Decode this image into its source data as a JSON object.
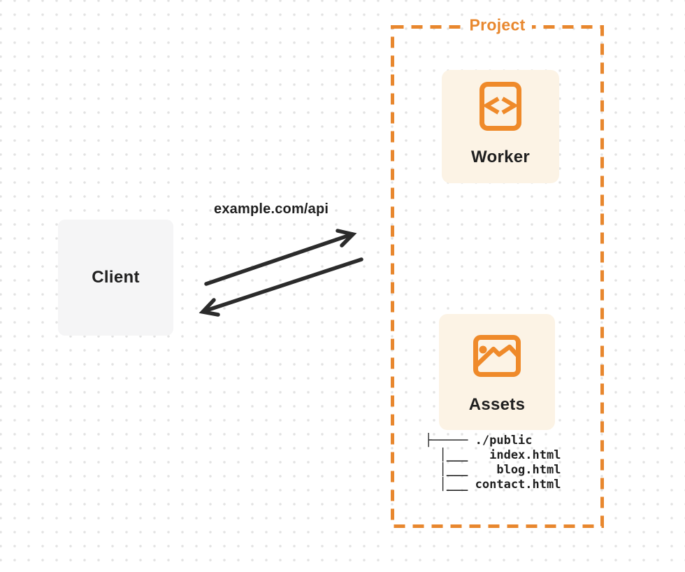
{
  "colors": {
    "accent_orange": "#e8872e",
    "icon_orange": "#ef8a2a",
    "card_background": "#fcf3e5",
    "client_background": "#f5f5f6",
    "text_dark": "#1f1f1f",
    "arrow": "#2b2b2b",
    "grid_dot": "#e2e2e2"
  },
  "client": {
    "label": "Client"
  },
  "connection": {
    "label": "example.com/api"
  },
  "project": {
    "label": "Project",
    "nodes": [
      {
        "id": "worker",
        "label": "Worker",
        "icon": "code-document-icon"
      },
      {
        "id": "assets",
        "label": "Assets",
        "icon": "image-icon"
      }
    ],
    "file_tree": {
      "root": "./public",
      "files": [
        "index.html",
        "blog.html",
        "contact.html"
      ],
      "lines": [
        "├───── ./public",
        "  │___   index.html",
        "  │___    blog.html",
        "  │___ contact.html"
      ]
    }
  }
}
